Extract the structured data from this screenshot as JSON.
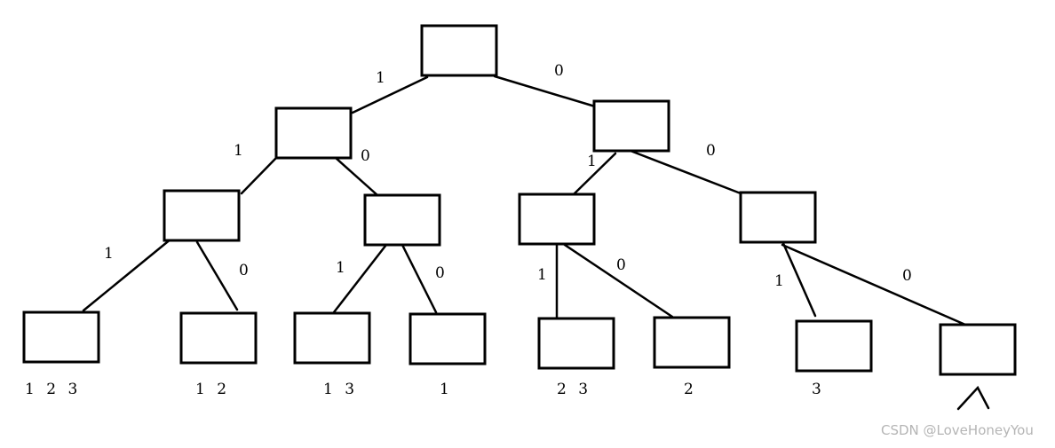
{
  "diagram": {
    "nodes": [
      {
        "id": "root",
        "label": ""
      },
      {
        "id": "n1",
        "label": ""
      },
      {
        "id": "n0",
        "label": ""
      },
      {
        "id": "n11",
        "label": ""
      },
      {
        "id": "n10",
        "label": ""
      },
      {
        "id": "n01",
        "label": ""
      },
      {
        "id": "n00",
        "label": ""
      },
      {
        "id": "leaf111",
        "label": "1 2 3"
      },
      {
        "id": "leaf110",
        "label": "1 2"
      },
      {
        "id": "leaf101",
        "label": "1 3"
      },
      {
        "id": "leaf100",
        "label": "1"
      },
      {
        "id": "leaf011",
        "label": "2  3"
      },
      {
        "id": "leaf010",
        "label": "2"
      },
      {
        "id": "leaf001",
        "label": "3"
      },
      {
        "id": "leaf000",
        "label": ""
      }
    ],
    "edges": [
      {
        "from": "root",
        "to": "n1",
        "label": "1"
      },
      {
        "from": "root",
        "to": "n0",
        "label": "0"
      },
      {
        "from": "n1",
        "to": "n11",
        "label": "1"
      },
      {
        "from": "n1",
        "to": "n10",
        "label": "0"
      },
      {
        "from": "n0",
        "to": "n01",
        "label": "1"
      },
      {
        "from": "n0",
        "to": "n00",
        "label": "0"
      },
      {
        "from": "n11",
        "to": "leaf111",
        "label": "1"
      },
      {
        "from": "n11",
        "to": "leaf110",
        "label": "0"
      },
      {
        "from": "n10",
        "to": "leaf101",
        "label": "1"
      },
      {
        "from": "n10",
        "to": "leaf100",
        "label": "0"
      },
      {
        "from": "n01",
        "to": "leaf011",
        "label": "1"
      },
      {
        "from": "n01",
        "to": "leaf010",
        "label": "0"
      },
      {
        "from": "n00",
        "to": "leaf001",
        "label": "1"
      },
      {
        "from": "n00",
        "to": "leaf000",
        "label": "0"
      }
    ],
    "empty_set_symbol": "empty-set-caret"
  },
  "watermark": "CSDN @LoveHoneyYou",
  "colors": {
    "stroke": "#000000",
    "background": "#ffffff",
    "watermark": "#b5b5b5"
  }
}
